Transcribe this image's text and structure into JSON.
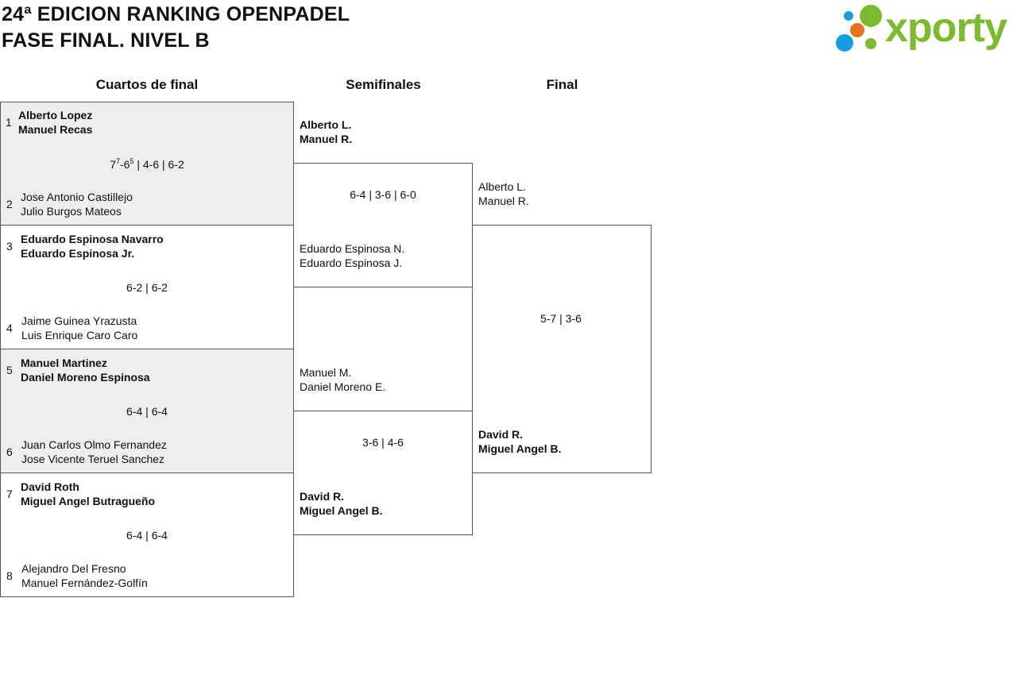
{
  "header": {
    "title_line1": "24ª EDICION RANKING OPENPADEL",
    "title_line2": "FASE FINAL. NIVEL B"
  },
  "logo": {
    "text": "xporty",
    "colors": {
      "brand_green": "#7dbb2e",
      "blue": "#1a9de0",
      "orange": "#e8731c"
    }
  },
  "rounds": {
    "quarters": "Cuartos de final",
    "semis": "Semifinales",
    "final": "Final"
  },
  "quarterfinals": [
    {
      "top": {
        "seed": "1",
        "p1": "Alberto Lopez",
        "p2": "Manuel Recas"
      },
      "bottom": {
        "seed": "2",
        "p1": "Jose Antonio Castillejo",
        "p2": "Julio Burgos Mateos"
      },
      "score": {
        "g1": "7",
        "tb1": "7",
        "sep1": "-6",
        "tb2": "5",
        "rest": " | 4-6 | 6-2"
      }
    },
    {
      "top": {
        "seed": "3",
        "p1": "Eduardo Espinosa Navarro",
        "p2": "Eduardo Espinosa Jr."
      },
      "bottom": {
        "seed": "4",
        "p1": "Jaime Guinea Yrazusta",
        "p2": "Luis Enrique Caro Caro"
      },
      "score": "6-2 | 6-2"
    },
    {
      "top": {
        "seed": "5",
        "p1": "Manuel Martinez",
        "p2": "Daniel Moreno Espinosa"
      },
      "bottom": {
        "seed": "6",
        "p1": "Juan Carlos Olmo Fernandez",
        "p2": "Jose Vicente Teruel Sanchez"
      },
      "score": "6-4 | 6-4"
    },
    {
      "top": {
        "seed": "7",
        "p1": "David Roth",
        "p2": "Miguel Angel Butragueño"
      },
      "bottom": {
        "seed": "8",
        "p1": "Alejandro Del Fresno",
        "p2": "Manuel Fernández-Golfín"
      },
      "score": "6-4 | 6-4"
    }
  ],
  "semifinals": [
    {
      "top": {
        "p1": "Alberto L.",
        "p2": "Manuel R."
      },
      "bottom": {
        "p1": "Eduardo Espinosa N.",
        "p2": "Eduardo Espinosa J."
      },
      "score": "6-4 | 3-6 | 6-0"
    },
    {
      "top": {
        "p1": "Manuel M.",
        "p2": "Daniel Moreno E."
      },
      "bottom": {
        "p1": "David R.",
        "p2": "Miguel Angel B."
      },
      "score": "3-6 | 4-6"
    }
  ],
  "final": {
    "top": {
      "p1": "Alberto L.",
      "p2": "Manuel R."
    },
    "bottom": {
      "p1": "David R.",
      "p2": "Miguel Angel B."
    },
    "score": "5-7 | 3-6"
  }
}
